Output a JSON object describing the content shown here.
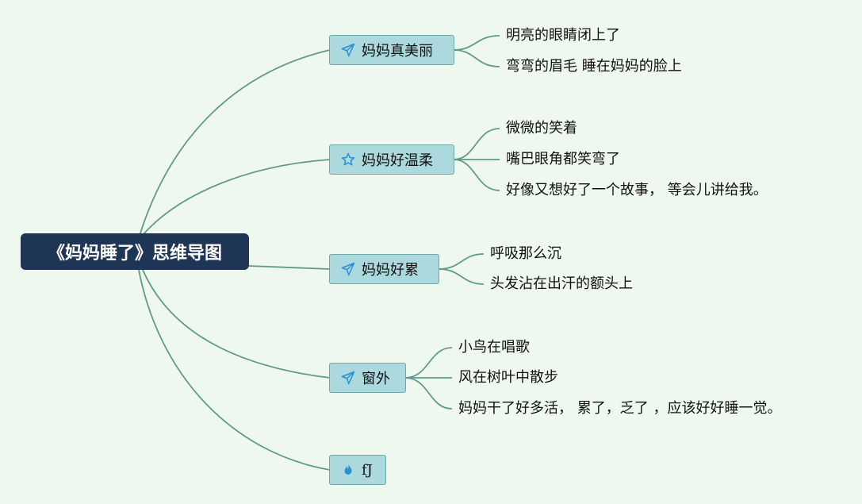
{
  "root": {
    "title": "《妈妈睡了》思维导图"
  },
  "branches": [
    {
      "label": "妈妈真美丽",
      "icon": "paper-plane-icon",
      "leaves": [
        "明亮的眼睛闭上了",
        "弯弯的眉毛 睡在妈妈的脸上"
      ]
    },
    {
      "label": "妈妈好温柔",
      "icon": "star-icon",
      "leaves": [
        "微微的笑着",
        "嘴巴眼角都笑弯了",
        "好像又想好了一个故事， 等会儿讲给我。"
      ]
    },
    {
      "label": "妈妈好累",
      "icon": "paper-plane-icon",
      "leaves": [
        "呼吸那么沉",
        "头发沾在出汗的额头上"
      ]
    },
    {
      "label": "窗外",
      "icon": "paper-plane-icon",
      "leaves": [
        "小鸟在唱歌",
        "风在树叶中散步",
        "妈妈干了好多活， 累了，乏了 ，应该好好睡一觉。"
      ]
    },
    {
      "label": "fJ",
      "icon": "fire-icon",
      "leaves": []
    }
  ],
  "colors": {
    "background": "#eff8ee",
    "root": "#1f3556",
    "branch": "#acd9dd",
    "line": "#5f9a8a",
    "icon": "#2b8fd6"
  }
}
